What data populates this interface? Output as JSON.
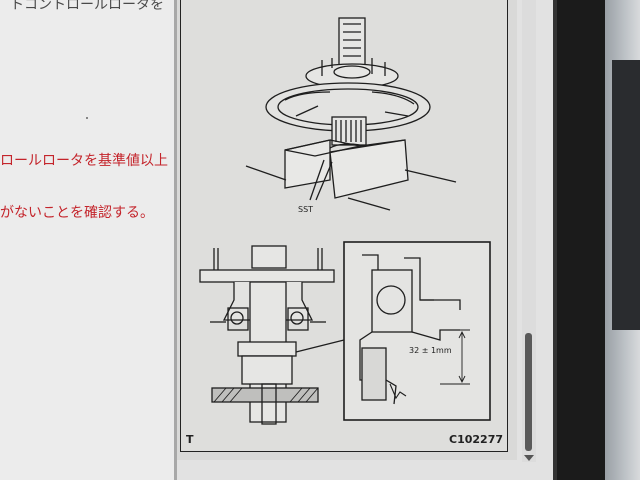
{
  "left_text": {
    "top_fragment": "トコントロールロータを",
    "line_1": "ロールロータを基準値以上",
    "line_2": "がないことを確認する。"
  },
  "figure": {
    "corner_label": "T",
    "figure_code": "C102277",
    "tool_label": "SST",
    "dimension_label": "32 ± 1mm"
  },
  "colors": {
    "accent_text": "#c4242b",
    "bezel": "#1b1b1b"
  }
}
